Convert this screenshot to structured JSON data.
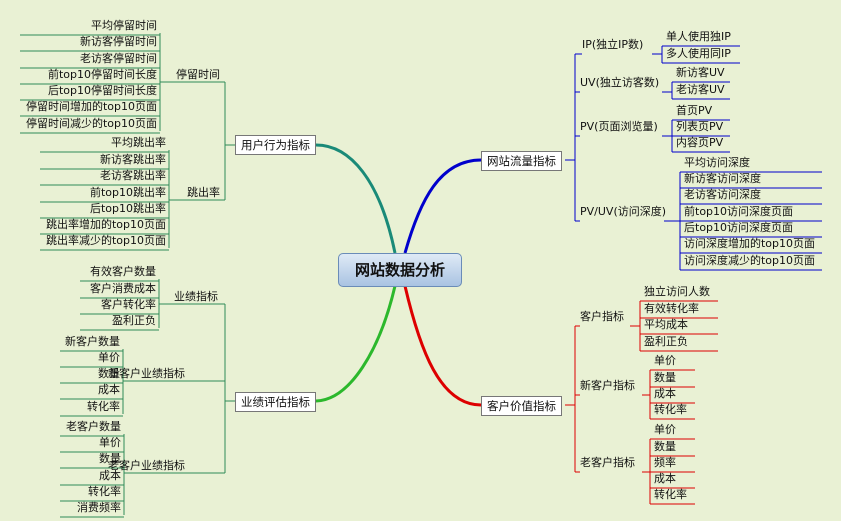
{
  "center": {
    "label": "网站数据分析"
  },
  "colors": {
    "behavior": "#1a8a78",
    "traffic": "#0000cc",
    "performance": "#2cb82c",
    "value": "#dd0000",
    "leaf_left": "#2e8b57",
    "leaf_right_top": "#0000cc",
    "leaf_right_bottom": "#dd0000"
  },
  "branches": {
    "behavior": {
      "label": "用户行为指标",
      "groups": [
        {
          "label": "停留时间",
          "items": [
            "平均停留时间",
            "新访客停留时间",
            "老访客停留时间",
            "前top10停留时间长度",
            "后top10停留时间长度",
            "停留时间增加的top10页面",
            "停留时间减少的top10页面"
          ]
        },
        {
          "label": "跳出率",
          "items": [
            "平均跳出率",
            "新访客跳出率",
            "老访客跳出率",
            "前top10跳出率",
            "后top10跳出率",
            "跳出率增加的top10页面",
            "跳出率减少的top10页面"
          ]
        }
      ]
    },
    "performance": {
      "label": "业绩评估指标",
      "groups": [
        {
          "label": "业绩指标",
          "items": [
            "有效客户数量",
            "客户消费成本",
            "客户转化率",
            "盈利正负"
          ]
        },
        {
          "label": "新客户业绩指标",
          "items": [
            "新客户数量",
            "单价",
            "数量",
            "成本",
            "转化率"
          ]
        },
        {
          "label": "老客户业绩指标",
          "items": [
            "老客户数量",
            "单价",
            "数量",
            "成本",
            "转化率",
            "消费频率"
          ]
        }
      ]
    },
    "traffic": {
      "label": "网站流量指标",
      "groups": [
        {
          "label": "IP(独立IP数)",
          "items": [
            "单人使用独IP",
            "多人使用同IP"
          ]
        },
        {
          "label": "UV(独立访客数)",
          "items": [
            "新访客UV",
            "老访客UV"
          ]
        },
        {
          "label": "PV(页面浏览量)",
          "items": [
            "首页PV",
            "列表页PV",
            "内容页PV"
          ]
        },
        {
          "label": "PV/UV(访问深度)",
          "items": [
            "平均访问深度",
            "新访客访问深度",
            "老访客访问深度",
            "前top10访问深度页面",
            "后top10访问深度页面",
            "访问深度增加的top10页面",
            "访问深度减少的top10页面"
          ]
        }
      ]
    },
    "value": {
      "label": "客户价值指标",
      "groups": [
        {
          "label": "客户指标",
          "items": [
            "独立访问人数",
            "有效转化率",
            "平均成本",
            "盈利正负"
          ]
        },
        {
          "label": "新客户指标",
          "items": [
            "单价",
            "数量",
            "成本",
            "转化率"
          ]
        },
        {
          "label": "老客户指标",
          "items": [
            "单价",
            "数量",
            "频率",
            "成本",
            "转化率"
          ]
        }
      ]
    }
  }
}
